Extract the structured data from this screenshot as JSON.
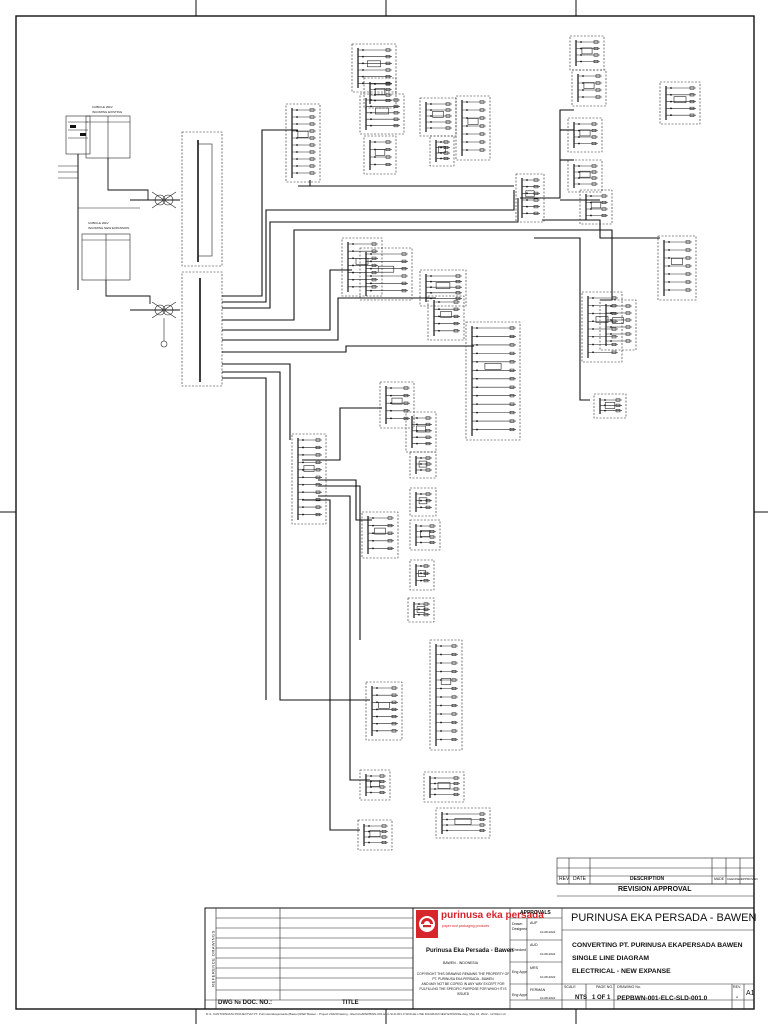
{
  "drawing": {
    "main_title": "PURINUSA EKA PERSADA - BAWEN",
    "title_lines": [
      "CONVERTING PT. PURINUSA EKAPERSADA BAWEN",
      "SINGLE LINE DIAGRAM",
      "ELECTRICAL - NEW EXPANSE"
    ],
    "drawing_no": "PEPBWN-001-ELC-SLD-001.0",
    "scale": "NTS",
    "page_no": "1 OF 1",
    "rev": "-",
    "size": "A1"
  },
  "labels": {
    "title_caption": "TITLE",
    "scale_caption": "SCALE",
    "page_caption": "PAGE NO.",
    "drawing_caption": "DRAWING No.",
    "rev_caption": "REV.",
    "dwg_caption": "DWG № DOC. NO.:",
    "approvals": "APPROVALS",
    "description": "DESCRIPTION",
    "revision_approval": "REVISION APPROVAL",
    "rev_col": "REV",
    "date_col": "DATE",
    "made_col": "MADE",
    "checked_col": "CHECKED",
    "approved_col": "APPROVED",
    "reference_drawings": "REFERENCE DRAWINGS"
  },
  "company": {
    "name": "purinusa eka persada",
    "tagline": "paper and packaging products",
    "site": "Purinusa Eka Persada - Bawen",
    "location": "BAWEN - INDONESIA",
    "copyright": [
      "COPYRIGHT THIS DRAWING REMAINS THE PROPERTY OF",
      "PT. PURINUSA EKA PERSADA - BAWEN",
      "AND MAY NOT BE COPIED IN ANY WAY EXCEPT FOR",
      "FULFILLING THE SPECIFIC PURPOSE FOR WHICH IT IS ISSUED"
    ]
  },
  "approvals": [
    {
      "role": "Drawn",
      "role2": "Designed",
      "name": "AUP",
      "date": "10-08-2022"
    },
    {
      "role": "Checked",
      "role2": "",
      "name": "AUD",
      "date": "10-08-2022"
    },
    {
      "role": "Eng Appr",
      "role2": "",
      "name": "MRS",
      "date": "10-08-2022"
    },
    {
      "role": "Eng Appr",
      "role2": "",
      "name": "FERMAN",
      "date": "10-08-2022"
    }
  ],
  "footer_path": "D:\\1. KANTOR\\DATA PROJECT\\02 PT. Purinusa Ekapersada (Bawen)\\PEP Bawen - Project 2022\\Drawing - Electrical\\PEPBWN-001-ELC-SLD-001.0 SINGLE LINE DIAGRAM NEW EXPANSE.dwg, May 16, 2022 - 12:00pm Hr",
  "colors": {
    "line": "#111111",
    "logo_red": "#d7262b"
  }
}
